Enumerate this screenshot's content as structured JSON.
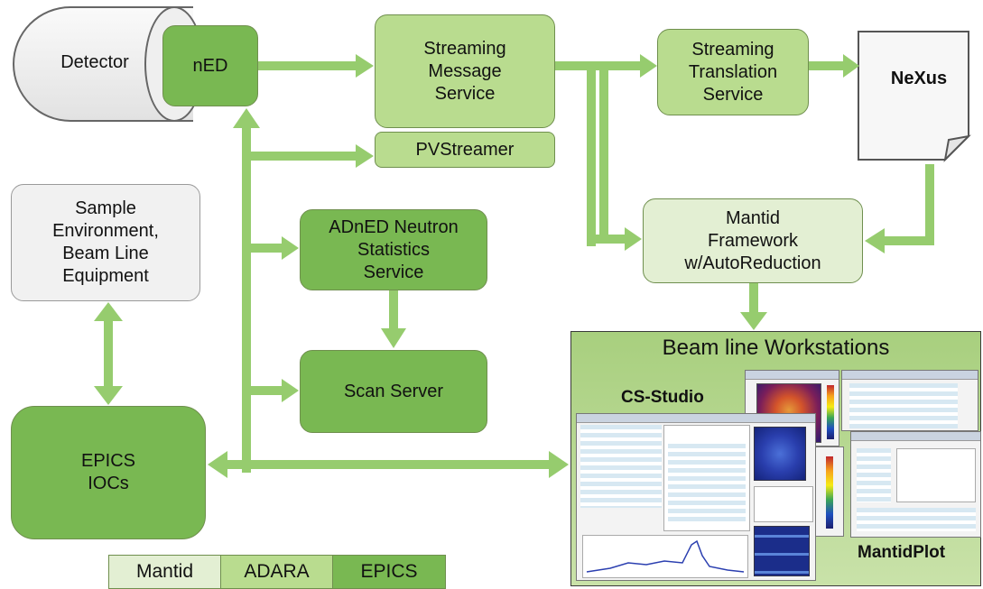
{
  "colors": {
    "mantid": "#e3efd3",
    "adara": "#b9dc8f",
    "epics": "#79b852",
    "arrow": "#96cc6e"
  },
  "nodes": {
    "detector": "Detector",
    "ned": "nED",
    "sms": "Streaming\nMessage\nService",
    "pvstreamer": "PVStreamer",
    "sts": "Streaming\nTranslation\nService",
    "nexus": "NeXus",
    "sample_env": "Sample\nEnvironment,\nBeam Line\nEquipment",
    "adned": "ADnED Neutron\nStatistics\nService",
    "scan_server": "Scan Server",
    "mantid_fw": "Mantid\nFramework\nw/AutoReduction",
    "epics_iocs": "EPICS\nIOCs"
  },
  "workstations": {
    "title": "Beam line Workstations",
    "cs_studio": "CS-Studio",
    "mantidplot": "MantidPlot"
  },
  "legend": [
    "Mantid",
    "ADARA",
    "EPICS"
  ]
}
